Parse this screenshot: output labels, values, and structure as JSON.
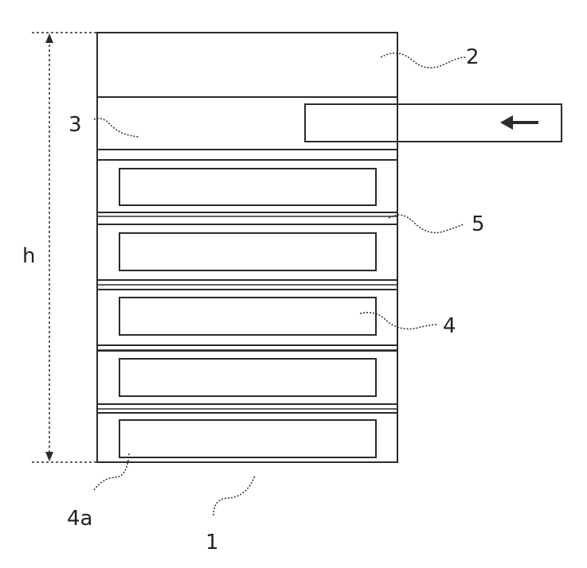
{
  "labels": {
    "housing": "2",
    "drawer": "3",
    "compartment": "4",
    "compartment_bottom": "4a",
    "divider": "5",
    "base": "1",
    "height": "h"
  },
  "colors": {
    "line": "#2b2b2b",
    "background": "#ffffff"
  },
  "icons": {
    "arrow": "left-arrow-icon"
  }
}
